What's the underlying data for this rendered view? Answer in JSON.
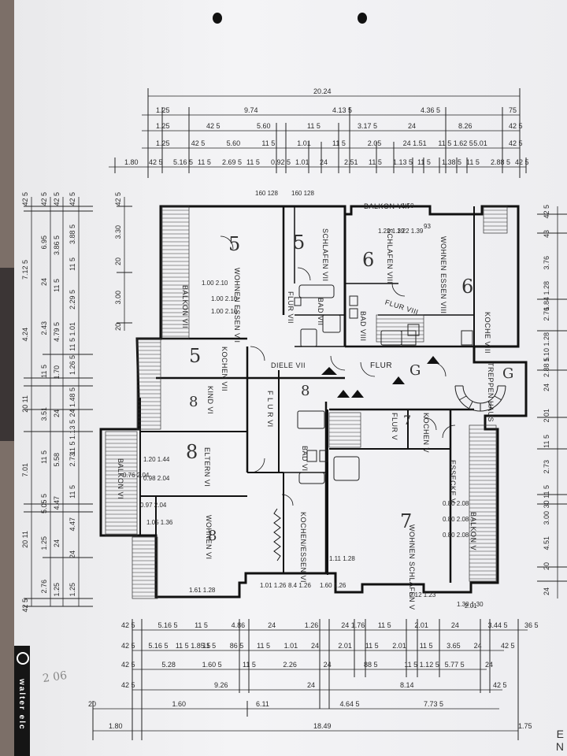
{
  "rooms": {
    "balkon_viii": "BALKON VIII",
    "wohnen_essen_viii": "WOHNEN ESSEN VIII",
    "schlafen_viii": "SCHLAFEN VIII",
    "flur_viii": "FLUR VIII",
    "koche_viii": "KOCHE VIII",
    "bad_viii": "BAD VIII",
    "schlafen_vii": "SCHLAFEN VII",
    "wohnen_essen_vii": "WOHNEN ESSEN VII",
    "flur_vii": "FLUR VII",
    "balkon_vii": "BALKON VII",
    "bad_vii": "BAD VII",
    "kochen_vii": "KOCHEN VII",
    "diele_vii": "DIELE VII",
    "flur": "FLUR",
    "treppenhaus": "TREPPEN HAUS",
    "flur_vi": "F L U R VI",
    "kind_vi": "KIND VI",
    "eltern_vi": "ELTERN VI",
    "balkon_vi": "BALKON VI",
    "wohnen_vi": "WOHNEN VI",
    "bad_vi": "BAD VI",
    "kochen_essen_vi": "KOCHEN/ESSEN VI",
    "flur_v": "FLUR V",
    "kochen_v": "KOCHEN V",
    "essecke_v": "ESSECKE V",
    "balkon_v": "BALKON V",
    "wohnen_schlafen_v": "WOHNEN SCHLAFEN V"
  },
  "unit_numbers": {
    "u5": "5",
    "u5b": "5",
    "u6": "6",
    "u6b": "6",
    "u5c": "5",
    "u8": "8",
    "u8b": "8",
    "u8c": "8",
    "u8d": "8",
    "u7": "7",
    "u7b": "7",
    "g": "G",
    "g2": "G"
  },
  "dims_top": {
    "row1": [
      "20.24"
    ],
    "row2": [
      "1.25",
      "9.74",
      "4.13 5",
      "4.36 5",
      "75"
    ],
    "row3": [
      "1.25",
      "42 5",
      "5.60",
      "11 5",
      "3.17 5",
      "24",
      "8.26",
      "42 5"
    ],
    "row4": [
      "1.25",
      "42 5",
      "5.60",
      "11 5",
      "1.01",
      "11 5",
      "2.05",
      "24 1.51",
      "11 5 1.62 5",
      "5.01",
      "42 5"
    ],
    "row5": [
      "1.80",
      "42 5",
      "5.16 5",
      "11 5",
      "2.69 5",
      "11 5",
      "0.92 5",
      "1.01",
      "24",
      "2.51",
      "11 5",
      "1.13 5",
      "11 5",
      "1.38 5",
      "11 5",
      "2.88 5",
      "42 5"
    ]
  },
  "dims_bottom": {
    "row1": [
      "42 5",
      "5.16 5",
      "11 5",
      "4.86",
      "24",
      "1.26",
      "24 1.76",
      "11 5",
      "2.01",
      "24",
      "3.44 5",
      "36 5"
    ],
    "row2": [
      "42 5",
      "5.16 5",
      "11 5 1.85 5",
      "11 5",
      "86 5",
      "11 5",
      "1.01",
      "24",
      "2.01",
      "11 5",
      "2.01",
      "11 5",
      "3.65",
      "24",
      "42 5"
    ],
    "row3": [
      "42 5",
      "5.28",
      "1.60 5",
      "11 5",
      "2.26",
      "24",
      "88 5",
      "11 5 1.12 5",
      "5.77 5",
      "24"
    ],
    "row4": [
      "42 5",
      "9.26",
      "24",
      "8.14",
      "42 5"
    ],
    "row5": [
      "20",
      "1.60",
      "6.11",
      "4.64 5",
      "7.73 5"
    ],
    "row6": [
      "1.80",
      "18.49",
      "1.75"
    ]
  },
  "dims_left": {
    "col1": [
      "42 5",
      "7.12 5",
      "4.24",
      "20 11",
      "7.01",
      "20 11",
      "42 5"
    ],
    "col2": [
      "42 5",
      "6.95",
      "24",
      "2.43",
      "11 5",
      "3.51",
      "11 5",
      "5.05 5",
      "1.25",
      "2.76"
    ],
    "col3": [
      "42 5",
      "3.86 5",
      "11 5",
      "4.79 5",
      "1.70",
      "24",
      "5.58",
      "4.47",
      "24",
      "1.25"
    ],
    "col4": [
      "42 5",
      "3.88 5",
      "11 5",
      "2.29 5",
      "11 5 1.01",
      "1.26 5",
      "24 1.48 5",
      "11 5 1.13 5",
      "2.73",
      "11 5",
      "4.47",
      "24",
      "1.25"
    ],
    "col5": [
      "42 5",
      "3.30",
      "20",
      "3.00",
      "20"
    ]
  },
  "dims_right": [
    "42 5",
    "43",
    "3.76",
    "1.84 1.28",
    "2.76",
    "1.10 1.28",
    "2.88 5",
    "24",
    "2.01",
    "11 5",
    "2.73",
    "30 11 5",
    "3.00",
    "4.51",
    "20",
    "24"
  ],
  "window_dims": [
    "160 128",
    "160 128",
    "1.50",
    "1.22 1.39",
    "1.22 1.39",
    "93",
    "1.30",
    "1.00 2.10",
    "1.00 2.10",
    "1.00 2.10",
    "1.20 1.44",
    "0.76 2.04",
    "0.98 2.04",
    "0.97 2.04",
    "1.05 1.36",
    "0.80 2.08",
    "0.80 2.08",
    "0.80 2.08",
    "1.61 1.28",
    "1.01 1.26",
    "8.4 1.26",
    "1.60 1.26",
    "1.11 1.28",
    "2.12 1.23",
    "1.30",
    "2.01"
  ],
  "brand": "walter elc",
  "handnote": "2 06",
  "corner": [
    "E",
    "N"
  ]
}
